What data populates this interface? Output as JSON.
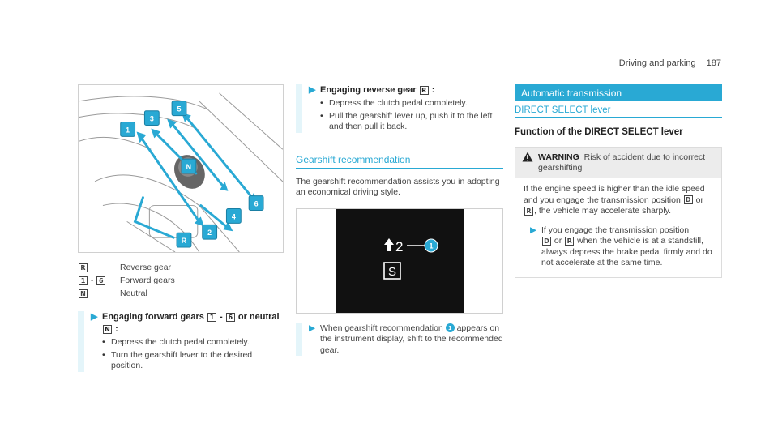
{
  "header": {
    "section": "Driving and parking",
    "page": "187"
  },
  "figure1": {
    "labels": [
      "1",
      "2",
      "3",
      "4",
      "5",
      "6",
      "R",
      "N"
    ]
  },
  "legend": [
    {
      "keys": [
        "R"
      ],
      "sep": "",
      "text": "Reverse gear"
    },
    {
      "keys": [
        "1",
        "6"
      ],
      "sep": "-",
      "text": "Forward gears"
    },
    {
      "keys": [
        "N"
      ],
      "sep": "",
      "text": "Neutral"
    }
  ],
  "forward": {
    "title_pre": "Engaging forward gears",
    "key1": "1",
    "sep": "-",
    "key2": "6",
    "title_mid": "or neutral",
    "key3": "N",
    "colon": ":",
    "bullets": [
      "Depress the clutch pedal completely.",
      "Turn the gearshift lever to the desired position."
    ]
  },
  "reverse": {
    "title": "Engaging reverse gear",
    "key": "R",
    "colon": ":",
    "bullets": [
      "Depress the clutch pedal completely.",
      "Pull the gearshift lever up, push it to the left and then pull it back."
    ]
  },
  "recommendation": {
    "heading": "Gearshift recommendation",
    "para": "The gearshift recommendation assists you in adopting an economical driving style.",
    "display": {
      "gear": "2",
      "mode": "S",
      "callout": "1"
    },
    "step_pre": "When gearshift recommendation",
    "step_ref": "1",
    "step_post": "appears on the instrument display, shift to the recommended gear."
  },
  "auto": {
    "bar": "Automatic transmission",
    "subhead": "DIRECT SELECT lever",
    "h3": "Function of the DIRECT SELECT lever",
    "warning_label": "WARNING",
    "warning_text": "Risk of accident due to incorrect gearshifting",
    "para_pre": "If the engine speed is higher than the idle speed and you engage the transmission position",
    "key_d": "D",
    "or": "or",
    "key_r": "R",
    "para_post": ", the vehicle may accelerate sharply.",
    "step_pre": "If you engage the transmission position",
    "step_post": "when the vehicle is at a standstill, always depress the brake pedal firmly and do not accelerate at the same time."
  },
  "colors": {
    "accent": "#29a9d4",
    "label_fill": "#29a9d4"
  }
}
